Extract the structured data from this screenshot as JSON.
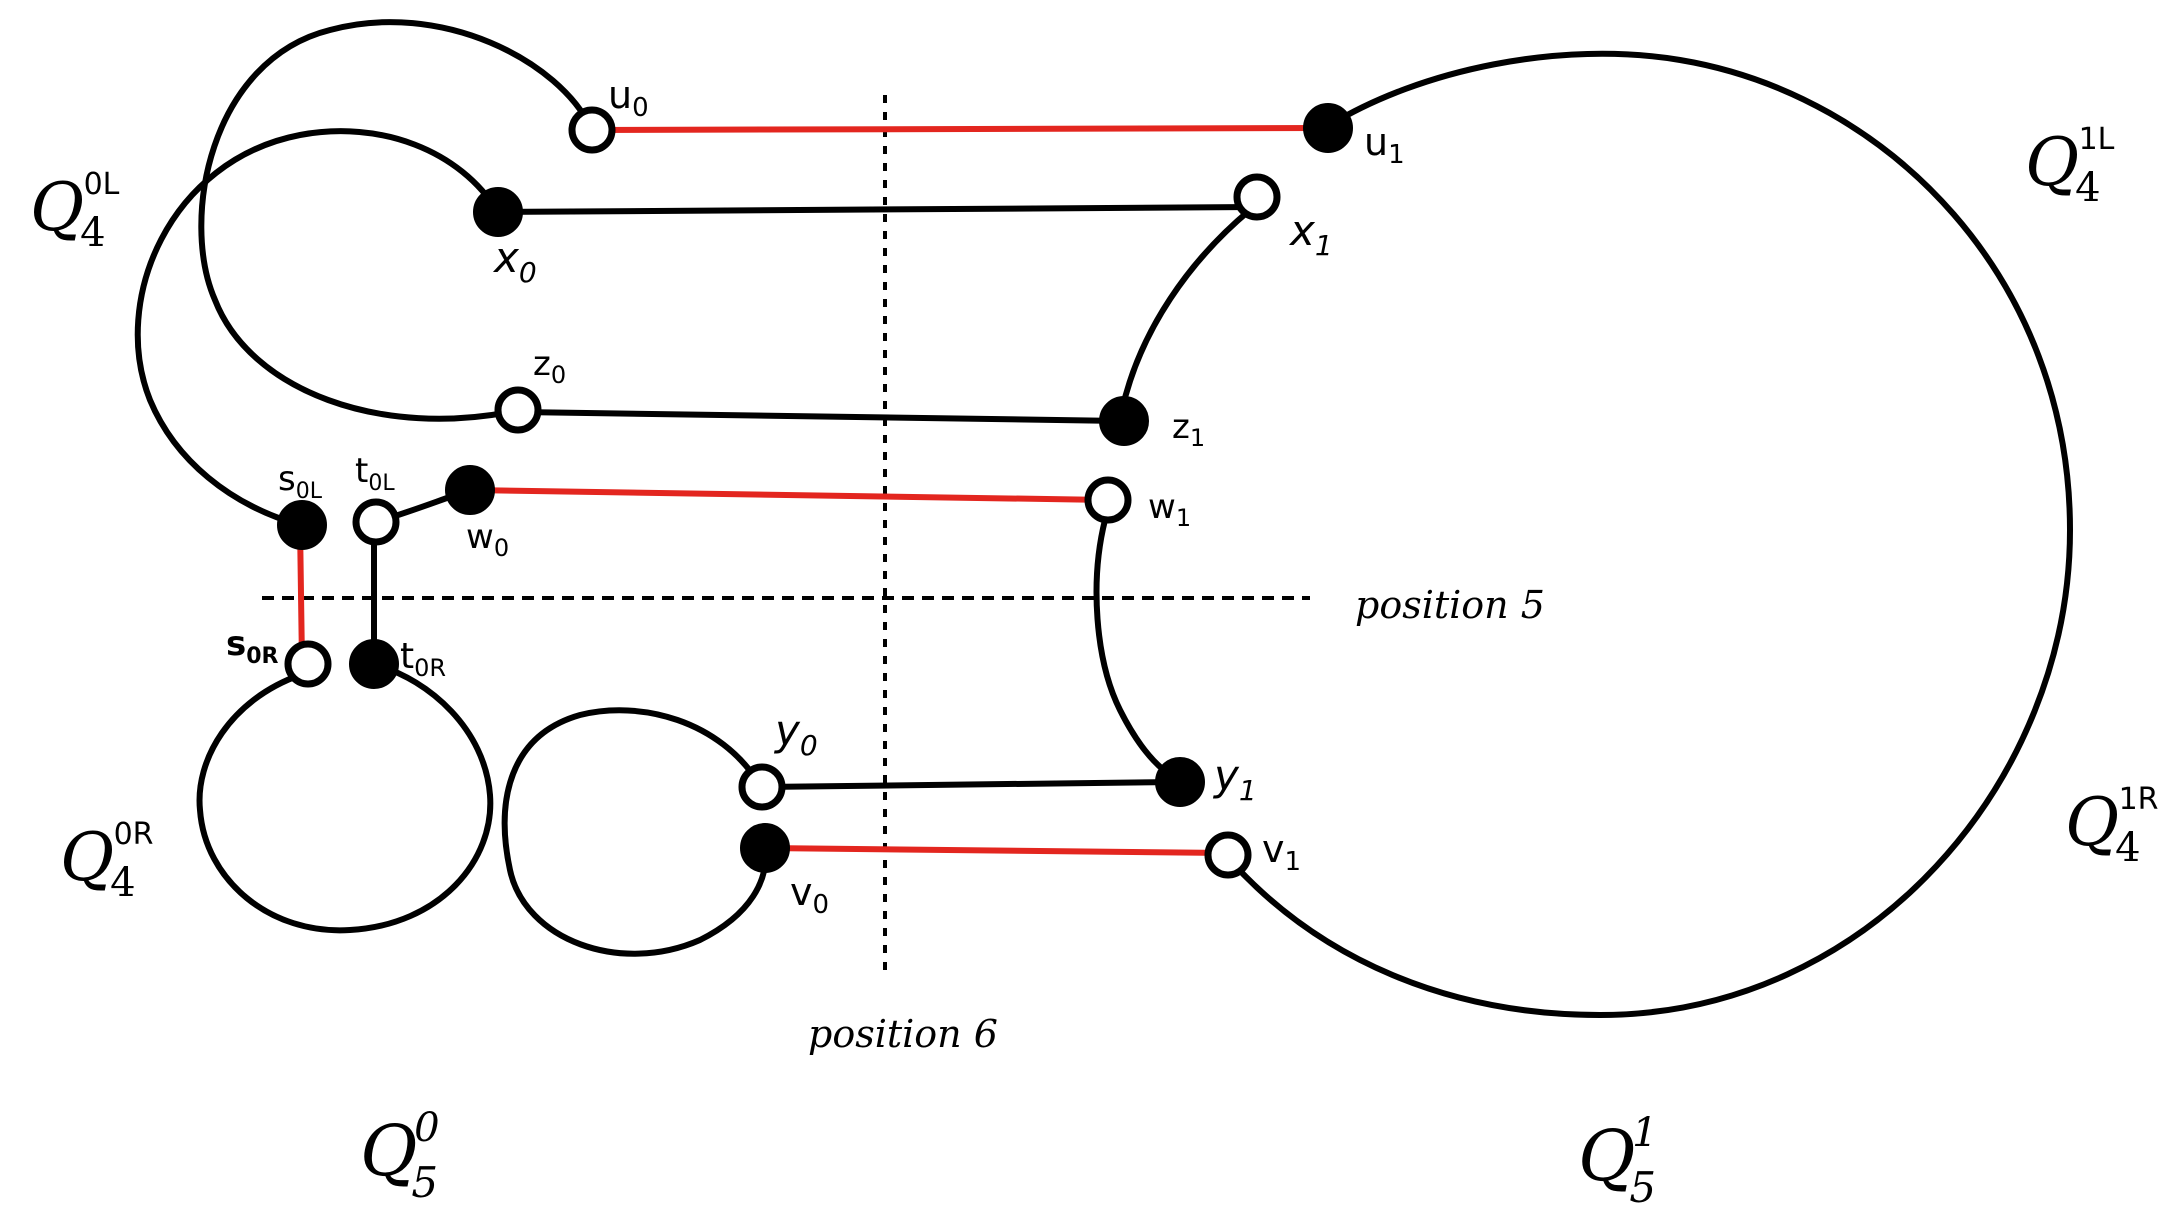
{
  "colors": {
    "line": "#000000",
    "matching_edge": "#e3261f",
    "background": "#ffffff"
  },
  "subcubes": {
    "q4_0L": {
      "base": "Q",
      "sub": "4",
      "sup": "0L"
    },
    "q4_0R": {
      "base": "Q",
      "sub": "4",
      "sup": "0R"
    },
    "q4_1L": {
      "base": "Q",
      "sub": "4",
      "sup": "1L"
    },
    "q4_1R": {
      "base": "Q",
      "sub": "4",
      "sup": "1R"
    },
    "q5_0": {
      "base": "Q",
      "sub": "5",
      "sup": "0"
    },
    "q5_1": {
      "base": "Q",
      "sub": "5",
      "sup": "1"
    }
  },
  "positions": {
    "position_5": "position 5",
    "position_6": "position 6"
  },
  "nodes": {
    "u0": {
      "base": "u",
      "sub": "0",
      "fill": "open"
    },
    "u1": {
      "base": "u",
      "sub": "1",
      "fill": "filled"
    },
    "x0": {
      "base": "x",
      "sub": "0",
      "fill": "filled"
    },
    "x1": {
      "base": "x",
      "sub": "1",
      "fill": "open"
    },
    "z0": {
      "base": "z",
      "sub": "0",
      "fill": "open"
    },
    "z1": {
      "base": "z",
      "sub": "1",
      "fill": "filled"
    },
    "s0L": {
      "base": "s",
      "sub": "0L",
      "fill": "filled"
    },
    "t0L": {
      "base": "t",
      "sub": "0L",
      "fill": "open"
    },
    "w0": {
      "base": "w",
      "sub": "0",
      "fill": "filled"
    },
    "w1": {
      "base": "w",
      "sub": "1",
      "fill": "open"
    },
    "s0R": {
      "base": "s",
      "sub": "0R",
      "fill": "open"
    },
    "t0R": {
      "base": "t",
      "sub": "0R",
      "fill": "filled"
    },
    "y0": {
      "base": "y",
      "sub": "0",
      "fill": "open"
    },
    "y1": {
      "base": "y",
      "sub": "1",
      "fill": "filled"
    },
    "v0": {
      "base": "v",
      "sub": "0",
      "fill": "filled"
    },
    "v1": {
      "base": "v",
      "sub": "1",
      "fill": "open"
    }
  },
  "edges": [
    {
      "from": "u0",
      "to": "u1",
      "color": "red"
    },
    {
      "from": "x0",
      "to": "x1",
      "color": "black"
    },
    {
      "from": "z0",
      "to": "z1",
      "color": "black"
    },
    {
      "from": "w0",
      "to": "w1",
      "color": "red"
    },
    {
      "from": "s0L",
      "to": "s0R",
      "color": "red"
    },
    {
      "from": "t0L",
      "to": "t0R",
      "color": "black"
    },
    {
      "from": "t0L",
      "to": "w0",
      "color": "black"
    },
    {
      "from": "y0",
      "to": "y1",
      "color": "black"
    },
    {
      "from": "v0",
      "to": "v1",
      "color": "red"
    }
  ]
}
